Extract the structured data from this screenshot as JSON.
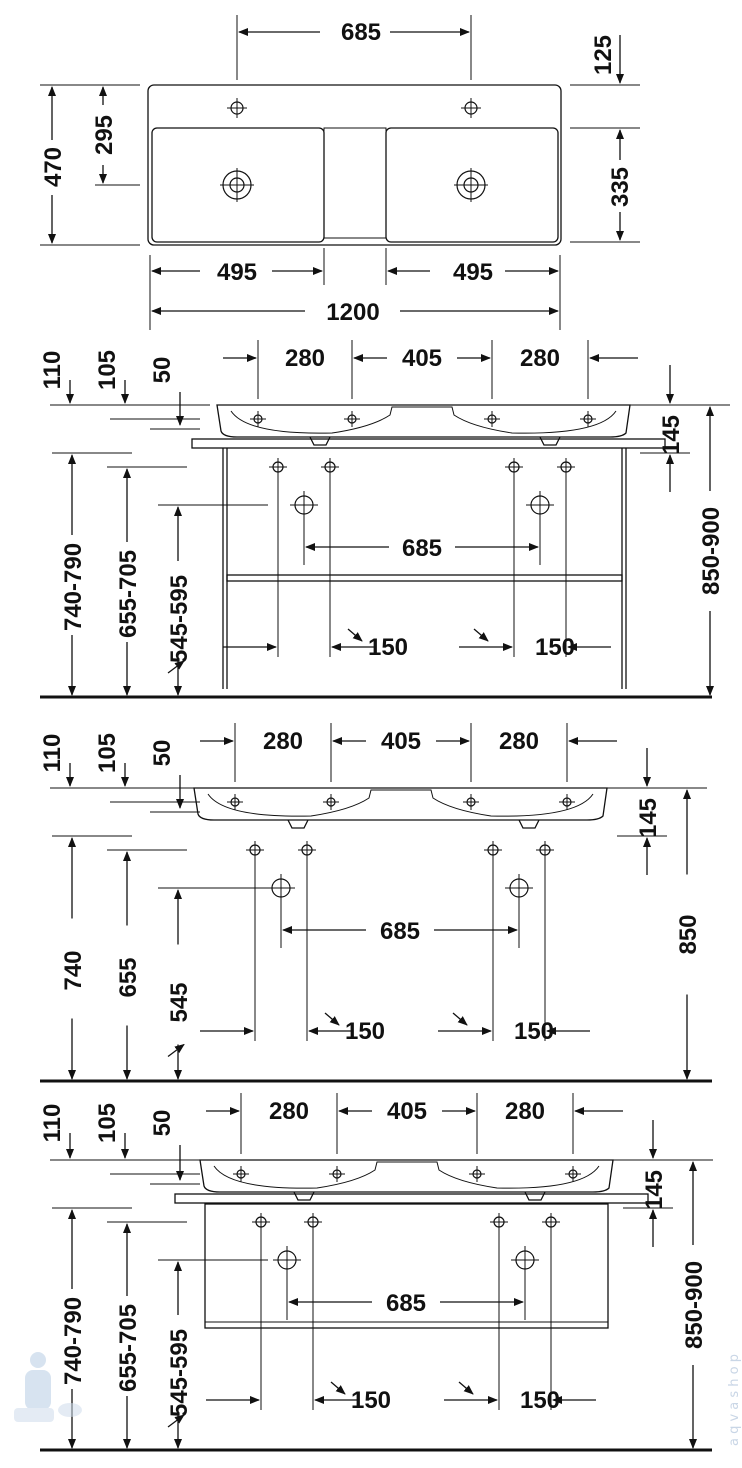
{
  "title": "Double washbasin 1200 - dimension drawing",
  "top_view": {
    "tap_spacing": "685",
    "rim_offset": "125",
    "depth_total": "470",
    "tap_to_bowl": "295",
    "bowl_depth": "335",
    "bowl_width_left": "495",
    "bowl_width_right": "495",
    "overall_width": "1200"
  },
  "views": [
    {
      "id": "console",
      "widths": [
        "280",
        "405",
        "280"
      ],
      "left_dims": [
        "110",
        "105",
        "50"
      ],
      "rim_height": "145",
      "overall_height": "850-900",
      "heights": [
        "740-790",
        "655-705",
        "545-595"
      ],
      "trap_spacing": "685",
      "offset_left": "150",
      "offset_right": "150"
    },
    {
      "id": "wall",
      "widths": [
        "280",
        "405",
        "280"
      ],
      "left_dims": [
        "110",
        "105",
        "50"
      ],
      "rim_height": "145",
      "overall_height": "850",
      "heights": [
        "740",
        "655",
        "545"
      ],
      "trap_spacing": "685",
      "offset_left": "150",
      "offset_right": "150"
    },
    {
      "id": "vanity",
      "widths": [
        "280",
        "405",
        "280"
      ],
      "left_dims": [
        "110",
        "105",
        "50"
      ],
      "rim_height": "145",
      "overall_height": "850-900",
      "heights": [
        "740-790",
        "655-705",
        "545-595"
      ],
      "trap_spacing": "685",
      "offset_left": "150",
      "offset_right": "150"
    }
  ],
  "watermark": "a q v a s h o p"
}
